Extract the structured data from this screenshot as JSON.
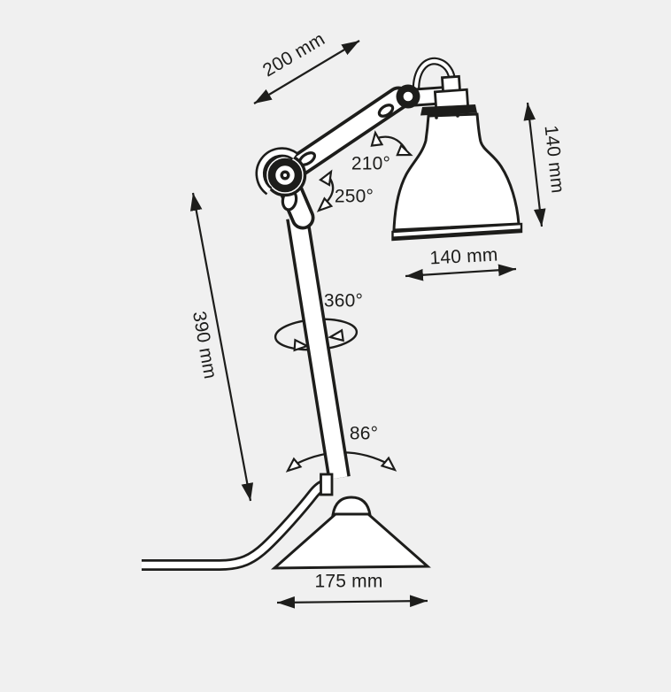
{
  "canvas": {
    "background_color": "#f0f0f0",
    "line_color": "#1d1d1b",
    "description": "Technical dimension diagram of an articulated desk lamp"
  },
  "labels": {
    "upper_arm_length": "200 mm",
    "shade_height": "140 mm",
    "shade_diameter": "140 mm",
    "lower_arm_length": "390 mm",
    "base_width": "175 mm",
    "head_rotation_angle": "210°",
    "elbow_rotation_angle": "250°",
    "stem_rotation_angle": "360°",
    "base_pivot_angle": "86°"
  }
}
